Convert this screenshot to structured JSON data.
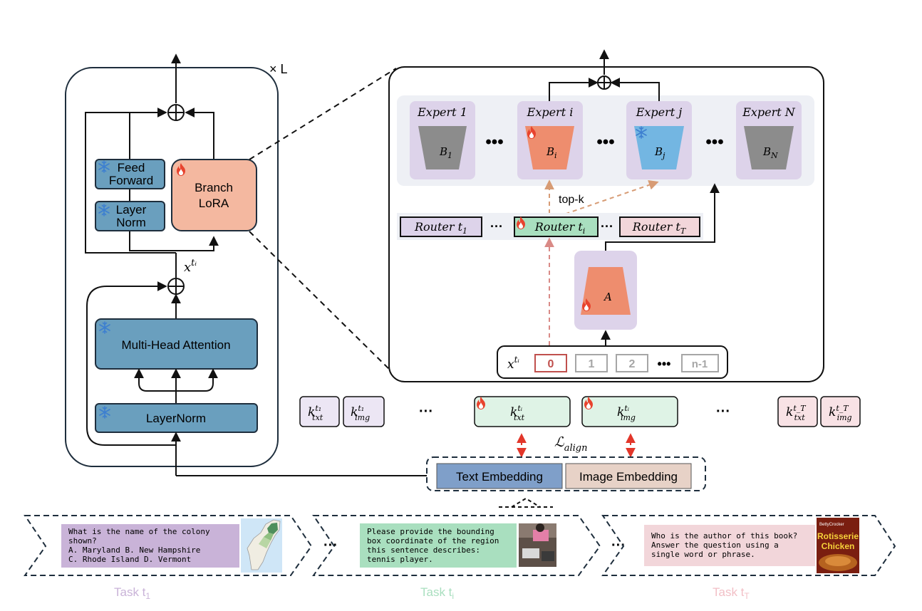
{
  "transformer": {
    "repeat": "× L",
    "feed_forward": [
      "Feed",
      "Forward"
    ],
    "layer_norm_top": [
      "Layer",
      "Norm"
    ],
    "branch_lora": [
      "Branch",
      "LoRA"
    ],
    "x_ti": "x",
    "x_ti_sup": "tᵢ",
    "mha": "Multi-Head Attention",
    "layernorm": "LayerNorm"
  },
  "moe": {
    "experts": [
      {
        "title": "Expert 1",
        "label": "B",
        "sub": "1"
      },
      {
        "title": "Expert i",
        "label": "B",
        "sub": "i"
      },
      {
        "title": "Expert j",
        "label": "B",
        "sub": "j"
      },
      {
        "title": "Expert N",
        "label": "B",
        "sub": "N"
      }
    ],
    "top_k": "top-k",
    "routers": [
      {
        "label": "Router t",
        "sub": "1"
      },
      {
        "label": "Router t",
        "sub": "i"
      },
      {
        "label": "Router t",
        "sub": "T"
      }
    ],
    "a_label": "A",
    "x_input": "x",
    "x_input_sup": "tᵢ",
    "tokens": [
      "0",
      "1",
      "2",
      "n-1"
    ],
    "dots": "•••"
  },
  "keys": {
    "k": "k",
    "items": [
      {
        "sup": "t₁",
        "sub": "txt"
      },
      {
        "sup": "t₁",
        "sub": "img"
      },
      {
        "sup": "tᵢ",
        "sub": "txt"
      },
      {
        "sup": "tᵢ",
        "sub": "img"
      },
      {
        "sup": "t_T",
        "sub": "txt"
      },
      {
        "sup": "t_T",
        "sub": "img"
      }
    ],
    "loss": "ℒ",
    "loss_sub": "align",
    "dots": "···"
  },
  "embedding": {
    "text": "Text Embedding",
    "image": "Image Embedding"
  },
  "tasks": [
    {
      "lines": [
        "What is the name of the colony",
        "shown?",
        "A. Maryland      B. New Hampshire",
        "C. Rhode Island  D. Vermont"
      ],
      "caption": "Task t",
      "caption_sub": "1"
    },
    {
      "lines": [
        "Please provide the bounding",
        "box coordinate of the region",
        "this sentence describes:",
        "tennis player."
      ],
      "caption": "Task t",
      "caption_sub": "i"
    },
    {
      "lines": [
        "Who is the author of this book?",
        "Answer the question using a",
        "single word or phrase."
      ],
      "caption": "Task t",
      "caption_sub": "T",
      "book_brand": "BettyCrocker",
      "book_title_1": "Rotisserie",
      "book_title_2": "Chicken"
    }
  ],
  "colors": {
    "blue_block": "#6a9fbe",
    "lora": "#f4b8a0",
    "expert_bg": "#ddd3ea",
    "moe_panel": "#eef0f5",
    "orange": "#ee8d6e",
    "frozen_blue": "#73b6e2",
    "task1": "#c9b3d8",
    "task2": "#a9dfbf",
    "task3": "#f2d6da"
  }
}
